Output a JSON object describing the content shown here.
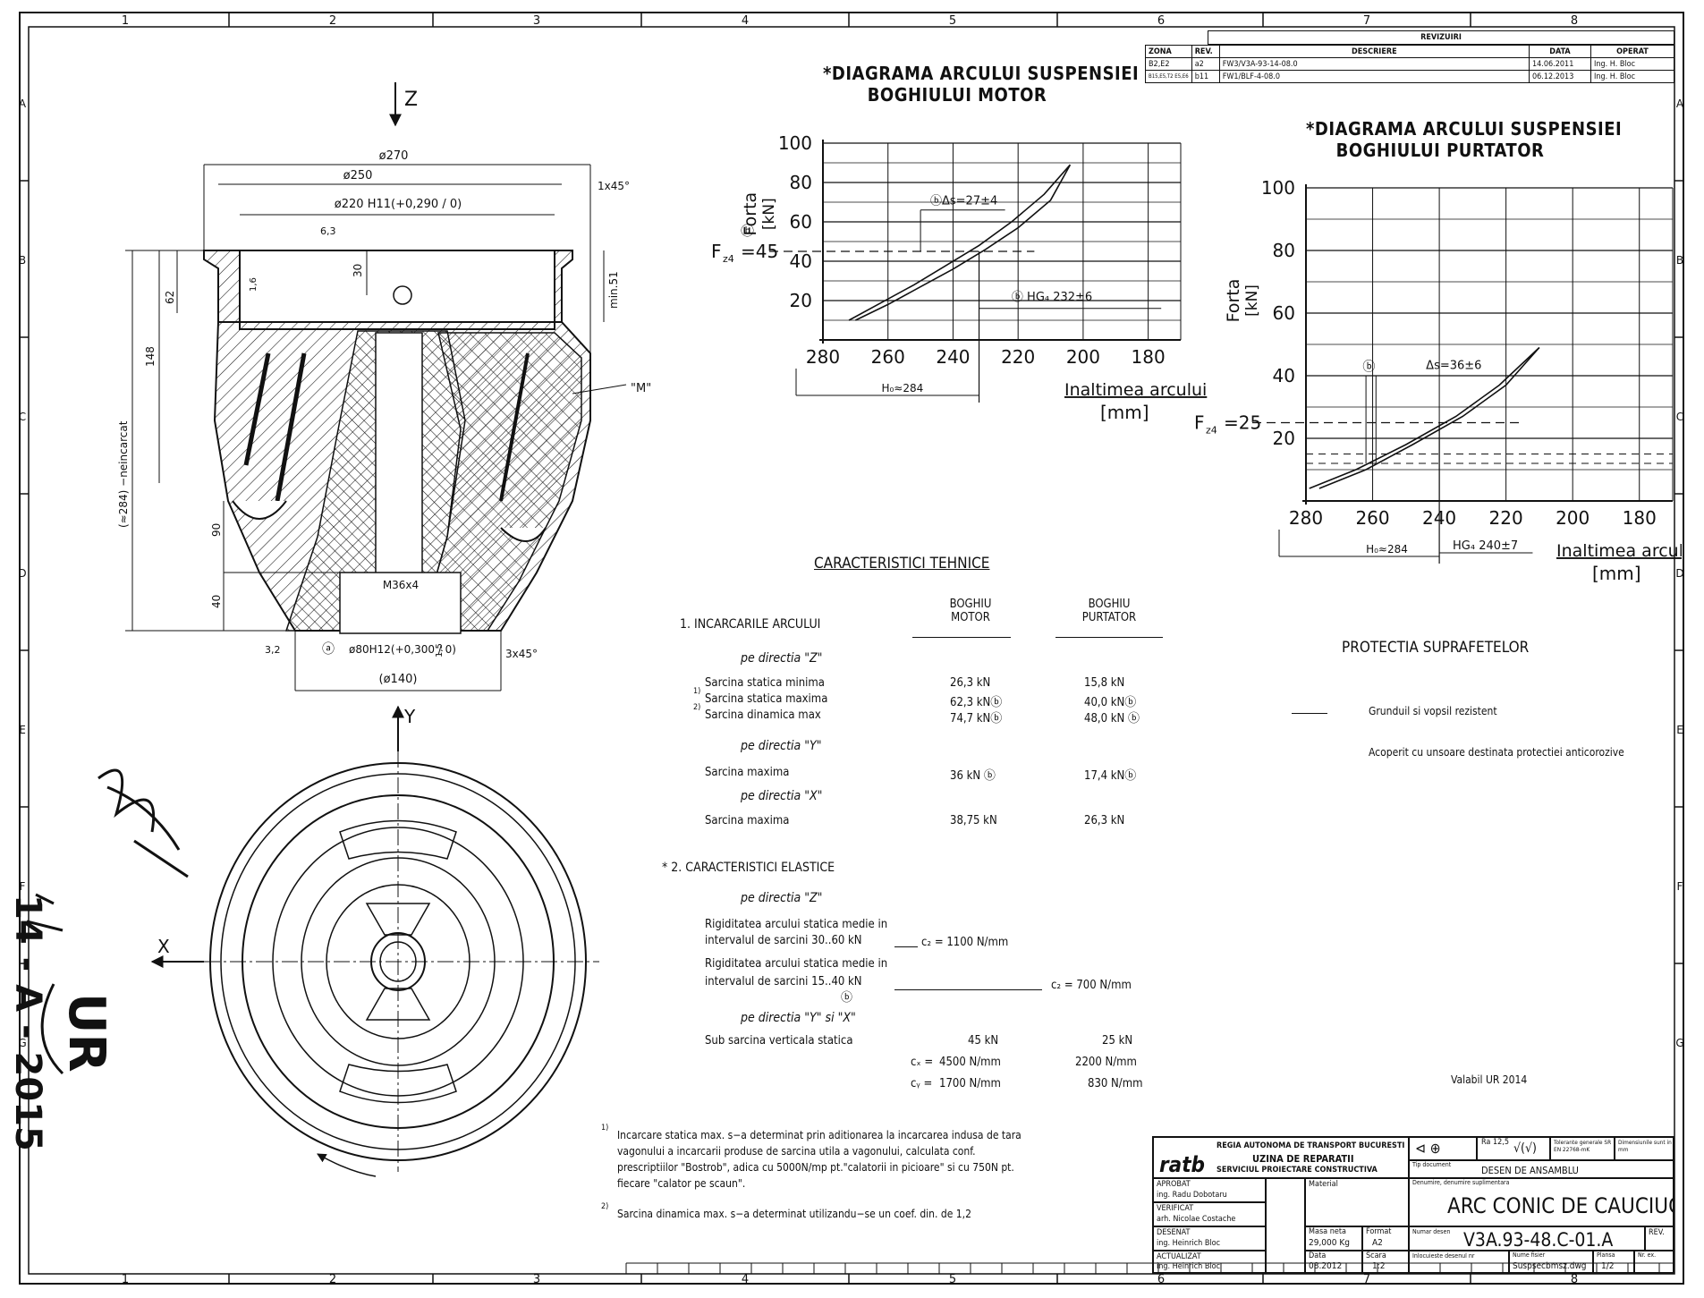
{
  "frame": {
    "cols": [
      "1",
      "2",
      "3",
      "4",
      "5",
      "6",
      "7",
      "8"
    ],
    "rows": [
      "A",
      "B",
      "C",
      "D",
      "E",
      "F",
      "G"
    ]
  },
  "revisions": {
    "title": "REVIZUIRI",
    "headers": {
      "zone": "ZONA",
      "rev": "REV.",
      "desc": "DESCRIERE",
      "date": "DATA",
      "op": "OPERAT"
    },
    "rows": [
      {
        "zone": "B2,E2",
        "rev": "a2",
        "desc": "FW3/V3A-93-14-08.0",
        "date": "14.06.2011",
        "op": "Ing. H. Bloc"
      },
      {
        "zone": "B15,E5,T2 E5,E6",
        "rev": "b11",
        "desc": "FW1/BLF-4-08.0",
        "date": "06.12.2013",
        "op": "Ing. H. Bloc"
      }
    ]
  },
  "drawing": {
    "axis_z": "Z",
    "axis_y": "Y",
    "axis_x": "X",
    "dims": {
      "d270": "ø270",
      "d250": "ø250",
      "d220": "ø220 H11(+0,290 / 0)",
      "chamfer1": "1x45°",
      "rough63": "6,3",
      "d30": "30",
      "d62": "62",
      "min51": "min.51",
      "d148": "148",
      "d284": "(≈284) −neincarcat",
      "d90": "90",
      "d40": "40",
      "m36": "M36x4",
      "d80": "ø80H12(+0,300 / 0)",
      "d140": "(ø140)",
      "chamfer3": "3x45°",
      "rough32": "3,2",
      "rough16": "1,6",
      "d5": "1,5",
      "mark_m": "\"M\"",
      "a_mark": "ⓐ"
    }
  },
  "chart_motor": {
    "title_line1": "*DIAGRAMA ARCULUI SUSPENSIEI",
    "title_line2": "BOGHIULUI MOTOR",
    "ylabel_top": "Forta",
    "ylabel_unit": "[kN]",
    "fz_label": "F",
    "fz_sub": "z4",
    "fz_value": "=45",
    "fz_mark": "ⓑ",
    "ds_label": "ⓑΔs=27±4",
    "hg_label": "ⓑ HG₄  232±6",
    "h0_label": "H₀≈284",
    "xlabel": "Inaltimea  arcului",
    "xunit": "[mm]"
  },
  "chart_purtator": {
    "title_line1": "*DIAGRAMA ARCULUI SUSPENSIEI",
    "title_line2": "BOGHIULUI PURTATOR",
    "ylabel_top": "Forta",
    "ylabel_unit": "[kN]",
    "fz_label": "F",
    "fz_sub": "z4",
    "fz_value": "=25",
    "ds_label": "Δs=36±6",
    "b_mark": "ⓑ",
    "hg_label": "HG₄  240±7",
    "h0_label": "H₀≈284",
    "xlabel": "Inaltimea  arcului",
    "xunit": "[mm]"
  },
  "chart_data": [
    {
      "type": "line",
      "title": "*DIAGRAMA ARCULUI SUSPENSIEI BOGHIULUI MOTOR",
      "xlabel": "Inaltimea arcului [mm]",
      "ylabel": "Forta [kN]",
      "x_ticks": [
        280,
        260,
        240,
        220,
        200,
        180
      ],
      "y_ticks": [
        20,
        40,
        60,
        80,
        100
      ],
      "xlim": [
        280,
        170
      ],
      "ylim": [
        0,
        100
      ],
      "series": [
        {
          "x": [
            272,
            262,
            252,
            242,
            232,
            222,
            212,
            204
          ],
          "y": [
            10,
            19,
            28,
            38,
            48,
            60,
            74,
            89
          ]
        },
        {
          "x": [
            270,
            260,
            250,
            240,
            230,
            220,
            210,
            204
          ],
          "y": [
            10,
            18,
            27,
            36,
            46,
            57,
            71,
            89
          ]
        }
      ],
      "reference_lines": {
        "fz4_kN": 45,
        "hg4_mm": 232
      }
    },
    {
      "type": "line",
      "title": "*DIAGRAMA ARCULUI SUSPENSIEI BOGHIULUI PURTATOR",
      "xlabel": "Inaltimea arcului [mm]",
      "ylabel": "Forta [kN]",
      "x_ticks": [
        280,
        260,
        240,
        220,
        200,
        180
      ],
      "y_ticks": [
        20,
        40,
        60,
        80,
        100
      ],
      "xlim": [
        280,
        170
      ],
      "ylim": [
        0,
        100
      ],
      "series": [
        {
          "x": [
            279,
            265,
            250,
            235,
            222,
            210
          ],
          "y": [
            4,
            10,
            18,
            27,
            37,
            49
          ]
        },
        {
          "x": [
            276,
            262,
            248,
            233,
            220,
            210
          ],
          "y": [
            4,
            10,
            18,
            27,
            37,
            49
          ]
        }
      ],
      "reference_lines": {
        "fz4_kN": 25,
        "hg4_mm": 240
      }
    }
  ],
  "tech": {
    "heading": "CARACTERISTICI  TEHNICE",
    "col1_l1": "BOGHIU",
    "col1_l2": "MOTOR",
    "col2_l1": "BOGHIU",
    "col2_l2": "PURTATOR",
    "s1_title": "1.  INCARCARILE ARCULUI",
    "dir_z": "pe  directia  \"Z\"",
    "r1": {
      "label": "Sarcina statica minima",
      "m": "26,3  kN",
      "p": "15,8  kN"
    },
    "r2": {
      "sup": "1)",
      "label": "Sarcina statica maxima",
      "m": "62,3  kNⓑ",
      "p": "40,0  kNⓑ"
    },
    "r3": {
      "sup": "2)",
      "label": "Sarcina dinamica max",
      "m": "74,7  kNⓑ",
      "p": "48,0  kN ⓑ"
    },
    "dir_y": "pe  directia  \"Y\"",
    "r4": {
      "label": "Sarcina maxima",
      "m": "36  kN ⓑ",
      "p": "17,4  kNⓑ"
    },
    "dir_x": "pe  directia  \"X\"",
    "r5": {
      "label": "Sarcina maxima",
      "m": "38,75  kN",
      "p": "26,3  kN"
    },
    "s2_title": "* 2.   CARACTERISTICI  ELASTICE",
    "dir_z2": "pe  directia  \"Z\"",
    "rig1_l1": "Rigiditatea  arcului  statica  medie  in",
    "rig1_l2": "intervalul  de  sarcini  30..60  kN",
    "rig1_v": "c₂ =  1100  N/mm",
    "rig2_l1": "Rigiditatea  arcului  statica  medie  in",
    "rig2_l2": "intervalul  de  sarcini  15..40  kN",
    "rig2_v": "c₂ = 700  N/mm",
    "rig2_mark": "ⓑ",
    "dir_yx": "pe  directia  \"Y\"  si  \"X\"",
    "sub_label": "Sub  sarcina  verticala  statica",
    "sub_m": "45  kN",
    "sub_p": "25  kN",
    "cx_label": "cₓ =",
    "cx_m": "4500  N/mm",
    "cx_p": "2200  N/mm",
    "cy_label": "cᵧ =",
    "cy_m": "1700  N/mm",
    "cy_p": "830  N/mm"
  },
  "notes": {
    "n1_sup": "1)",
    "n1_l1": "Incarcare  statica  max.  s−a  determinat  prin  aditionarea  la  incarcarea  indusa  de  tara",
    "n1_l2": "vagonului  a  incarcarii  produse  de  sarcina  utila  a  vagonului,  calculata  conf.",
    "n1_l3": "prescriptiilor  \"Bostrob\",  adica  cu  5000N/mp  pt.\"calatorii  in  picioare\"  si  cu  750N  pt.",
    "n1_l4": "fiecare  \"calator  pe  scaun\".",
    "n2_sup": "2)",
    "n2_l1": "Sarcina  dinamica  max.  s−a  determinat  utilizandu−se  un  coef.  din.  de  1,2"
  },
  "protection": {
    "title": "PROTECTIA  SUPRAFETELOR",
    "l1": "Grunduil  si  vopsil  rezistent",
    "l2": "Acoperit  cu  unsoare  destinata  protectiei  anticorozive"
  },
  "valabil": "Valabil  UR 2014",
  "handwriting": {
    "h1": "UR",
    "h2": "14 - A - 2015"
  },
  "titleblock": {
    "org1": "REGIA AUTONOMA DE TRANSPORT BUCURESTI",
    "org2": "UZINA  DE  REPARATII",
    "org3": "SERVICIUL  PROIECTARE  CONSTRUCTIVA",
    "logo": "ratb",
    "aprobat": "APROBAT",
    "aprobat_name": "ing. Radu Dobotaru",
    "verificat": "VERIFICAT",
    "verificat_name": "arh. Nicolae Costache",
    "desenat": "DESENAT",
    "desenat_name": "ing. Heinrich Bloc",
    "actualizat": "ACTUALIZAT",
    "actualizat_name": "ing. Heinrich Bloc",
    "material": "Material",
    "masa_label": "Masa neta",
    "masa": "29,000 Kg",
    "format_label": "Format",
    "format": "A2",
    "data_label": "Data",
    "data": "08.2012",
    "scara_label": "Scara",
    "scara": "1:2",
    "tip_doc_label": "Tip document",
    "tip_doc": "DESEN DE ANSAMBLU",
    "den_label": "Denumire, denumire suplimentara",
    "den": "ARC CONIC DE CAUCIUC",
    "nr_label": "Numar desen",
    "nr": "V3A.93-48.C-01.A",
    "rev_label": "REV.",
    "inloc_label": "Inlocuieste desenul nr",
    "fis_label": "Nume fisier",
    "fis": "Suspsecbmsz.dwg",
    "plansa_label": "Plansa",
    "plansa": "1/2",
    "nr_ex_label": "Nr. ex.",
    "rough": "Ra 12,5",
    "tol_label": "Tolerante generale SR EN 22768-mK",
    "dim_label": "Dimensiunile sunt in mm"
  }
}
